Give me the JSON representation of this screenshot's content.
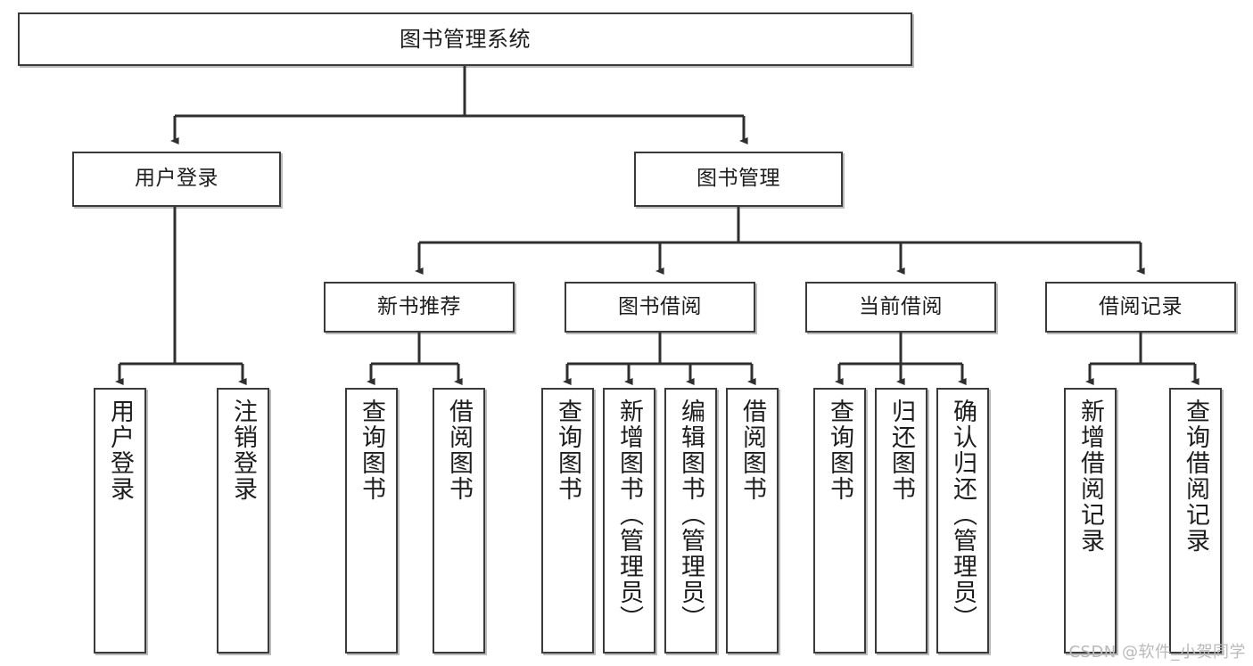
{
  "diagram": {
    "title": "图书管理系统",
    "style": {
      "box_stroke": "#3a3a3a",
      "box_fill": "#ffffff",
      "edge_color": "#2f2f2f",
      "text_color": "#1d1d1d",
      "watermark_color": "#b9b9b9"
    },
    "nodes": {
      "root": {
        "label": "图书管理系统"
      },
      "level2": [
        {
          "id": "user-login",
          "label": "用户登录"
        },
        {
          "id": "book-management",
          "label": "图书管理"
        }
      ],
      "level3": [
        {
          "id": "new-book-recommend",
          "label": "新书推荐"
        },
        {
          "id": "book-borrow",
          "label": "图书借阅"
        },
        {
          "id": "current-borrow",
          "label": "当前借阅"
        },
        {
          "id": "borrow-record",
          "label": "借阅记录"
        }
      ],
      "leaves": {
        "user_login": [
          {
            "id": "leaf-user-login",
            "label": "用户登录"
          },
          {
            "id": "leaf-logout-login",
            "label": "注销登录"
          }
        ],
        "new_book_recommend": [
          {
            "id": "leaf-query-book-1",
            "label": "查询图书"
          },
          {
            "id": "leaf-borrow-book-1",
            "label": "借阅图书"
          }
        ],
        "book_borrow": [
          {
            "id": "leaf-query-book-2",
            "label": "查询图书"
          },
          {
            "id": "leaf-add-book",
            "label": "新增图书（管理员）"
          },
          {
            "id": "leaf-edit-book",
            "label": "编辑图书（管理员）"
          },
          {
            "id": "leaf-borrow-book-2",
            "label": "借阅图书"
          }
        ],
        "current_borrow": [
          {
            "id": "leaf-query-book-3",
            "label": "查询图书"
          },
          {
            "id": "leaf-return-book",
            "label": "归还图书"
          },
          {
            "id": "leaf-confirm-return",
            "label": "确认归还（管理员）"
          }
        ],
        "borrow_record": [
          {
            "id": "leaf-add-record",
            "label": "新增借阅记录"
          },
          {
            "id": "leaf-query-record",
            "label": "查询借阅记录"
          }
        ]
      }
    },
    "watermark": "CSDN @软件_小贺同学"
  }
}
